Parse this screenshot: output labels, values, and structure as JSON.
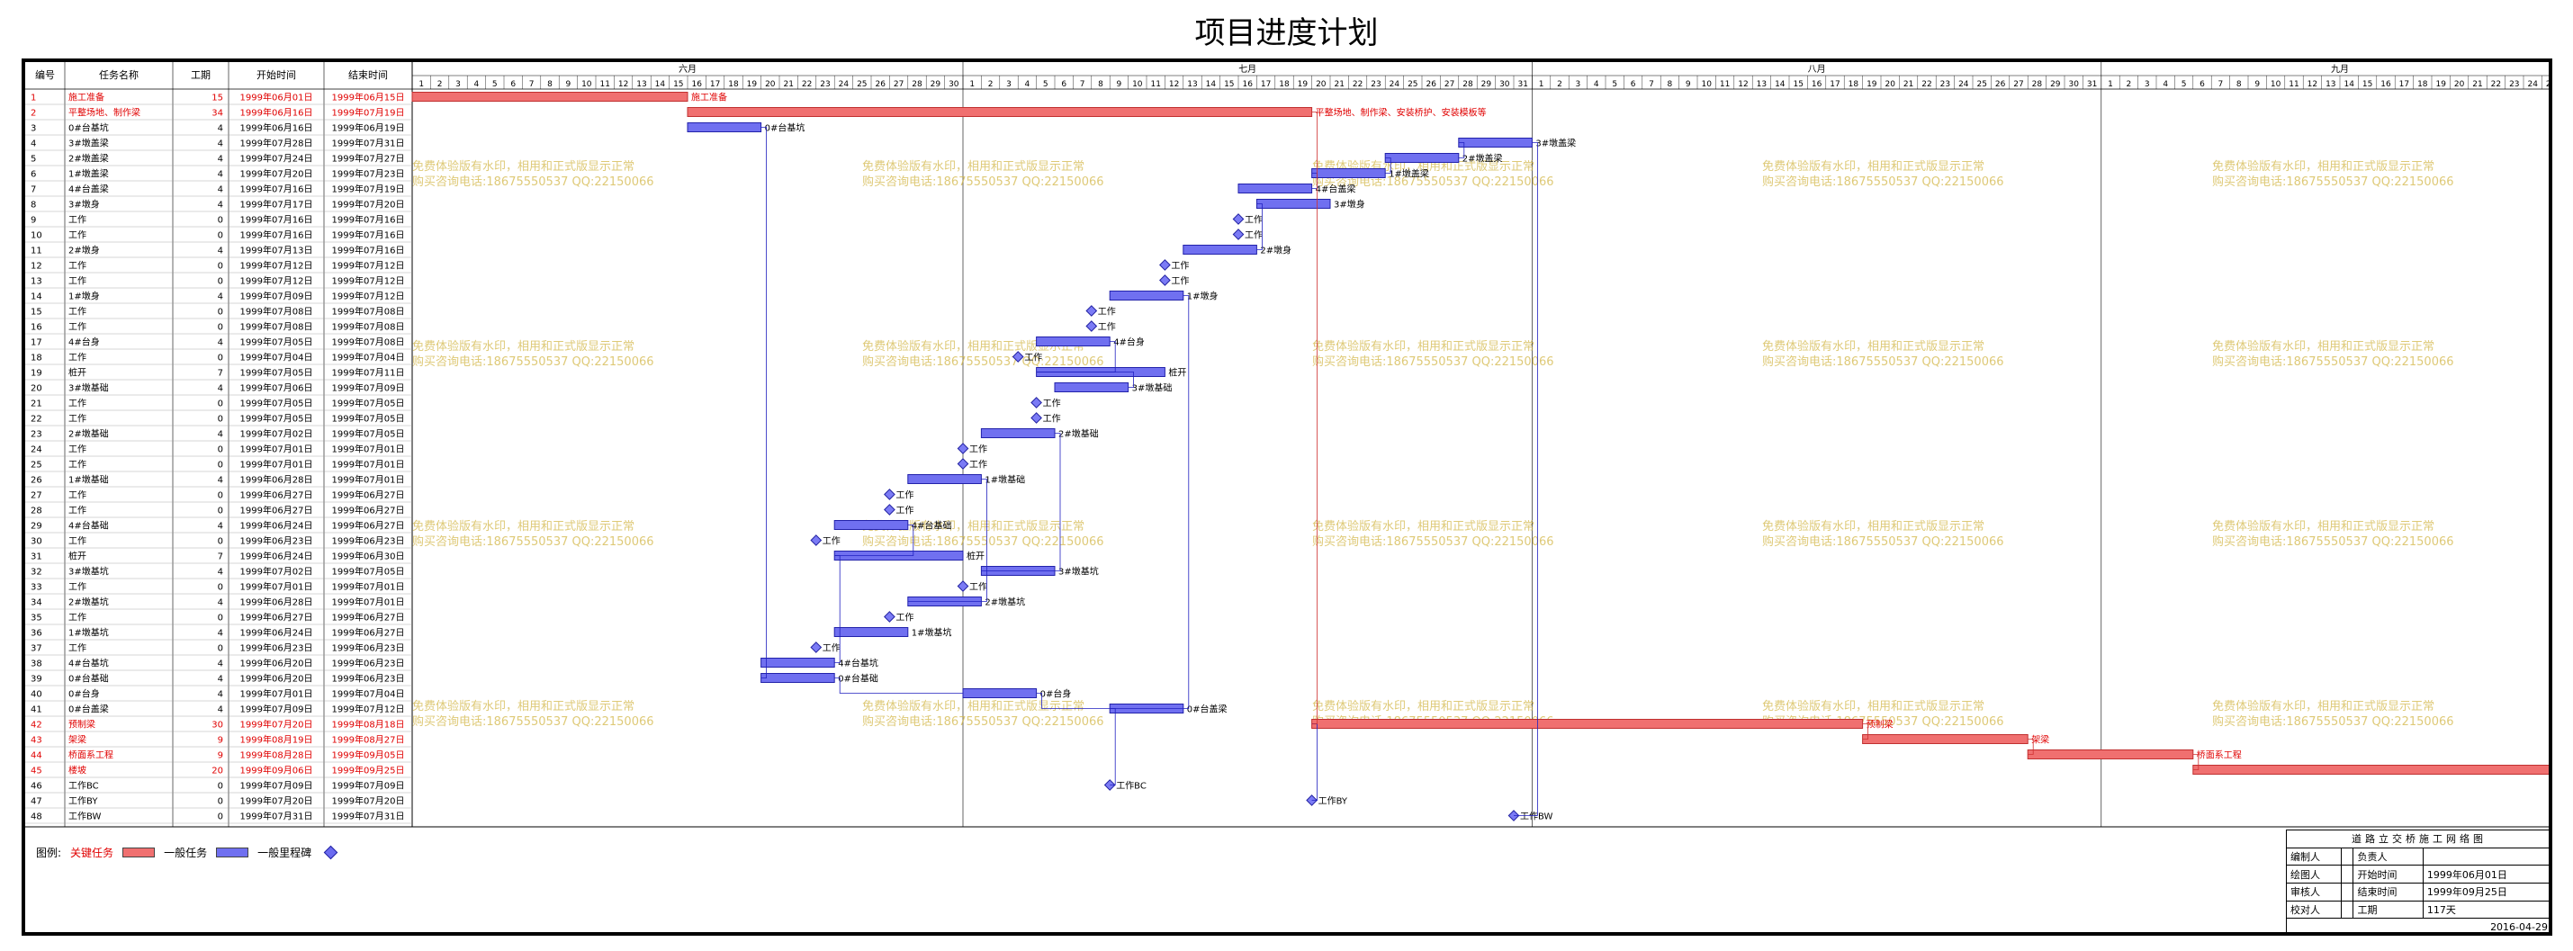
{
  "title": "项目进度计划",
  "headers": {
    "id": "编号",
    "name": "任务名称",
    "duration": "工期",
    "start": "开始时间",
    "end": "结束时间"
  },
  "months": [
    {
      "label": "六月",
      "days": 30
    },
    {
      "label": "七月",
      "days": 31
    },
    {
      "label": "八月",
      "days": 31
    },
    {
      "label": "九月",
      "days": 26
    }
  ],
  "tasks": [
    {
      "id": "1",
      "name": "施工准备",
      "dur": "15",
      "start": "1999年06月01日",
      "end": "1999年06月15日",
      "s": 0,
      "d": 15,
      "type": "crit"
    },
    {
      "id": "2",
      "name": "平整场地、制作梁",
      "dur": "34",
      "start": "1999年06月16日",
      "end": "1999年07月19日",
      "s": 15,
      "d": 34,
      "type": "crit"
    },
    {
      "id": "3",
      "name": "0#台基坑",
      "dur": "4",
      "start": "1999年06月16日",
      "end": "1999年06月19日",
      "s": 15,
      "d": 4,
      "type": "norm"
    },
    {
      "id": "4",
      "name": "3#墩盖梁",
      "dur": "4",
      "start": "1999年07月28日",
      "end": "1999年07月31日",
      "s": 57,
      "d": 4,
      "type": "norm"
    },
    {
      "id": "5",
      "name": "2#墩盖梁",
      "dur": "4",
      "start": "1999年07月24日",
      "end": "1999年07月27日",
      "s": 53,
      "d": 4,
      "type": "norm"
    },
    {
      "id": "6",
      "name": "1#墩盖梁",
      "dur": "4",
      "start": "1999年07月20日",
      "end": "1999年07月23日",
      "s": 49,
      "d": 4,
      "type": "norm"
    },
    {
      "id": "7",
      "name": "4#台盖梁",
      "dur": "4",
      "start": "1999年07月16日",
      "end": "1999年07月19日",
      "s": 45,
      "d": 4,
      "type": "norm"
    },
    {
      "id": "8",
      "name": "3#墩身",
      "dur": "4",
      "start": "1999年07月17日",
      "end": "1999年07月20日",
      "s": 46,
      "d": 4,
      "type": "norm"
    },
    {
      "id": "9",
      "name": "工作",
      "dur": "0",
      "start": "1999年07月16日",
      "end": "1999年07月16日",
      "s": 45,
      "d": 0,
      "type": "ms"
    },
    {
      "id": "10",
      "name": "工作",
      "dur": "0",
      "start": "1999年07月16日",
      "end": "1999年07月16日",
      "s": 45,
      "d": 0,
      "type": "ms"
    },
    {
      "id": "11",
      "name": "2#墩身",
      "dur": "4",
      "start": "1999年07月13日",
      "end": "1999年07月16日",
      "s": 42,
      "d": 4,
      "type": "norm"
    },
    {
      "id": "12",
      "name": "工作",
      "dur": "0",
      "start": "1999年07月12日",
      "end": "1999年07月12日",
      "s": 41,
      "d": 0,
      "type": "ms"
    },
    {
      "id": "13",
      "name": "工作",
      "dur": "0",
      "start": "1999年07月12日",
      "end": "1999年07月12日",
      "s": 41,
      "d": 0,
      "type": "ms"
    },
    {
      "id": "14",
      "name": "1#墩身",
      "dur": "4",
      "start": "1999年07月09日",
      "end": "1999年07月12日",
      "s": 38,
      "d": 4,
      "type": "norm"
    },
    {
      "id": "15",
      "name": "工作",
      "dur": "0",
      "start": "1999年07月08日",
      "end": "1999年07月08日",
      "s": 37,
      "d": 0,
      "type": "ms"
    },
    {
      "id": "16",
      "name": "工作",
      "dur": "0",
      "start": "1999年07月08日",
      "end": "1999年07月08日",
      "s": 37,
      "d": 0,
      "type": "ms"
    },
    {
      "id": "17",
      "name": "4#台身",
      "dur": "4",
      "start": "1999年07月05日",
      "end": "1999年07月08日",
      "s": 34,
      "d": 4,
      "type": "norm"
    },
    {
      "id": "18",
      "name": "工作",
      "dur": "0",
      "start": "1999年07月04日",
      "end": "1999年07月04日",
      "s": 33,
      "d": 0,
      "type": "ms"
    },
    {
      "id": "19",
      "name": "桩开",
      "dur": "7",
      "start": "1999年07月05日",
      "end": "1999年07月11日",
      "s": 34,
      "d": 7,
      "type": "norm"
    },
    {
      "id": "20",
      "name": "3#墩基础",
      "dur": "4",
      "start": "1999年07月06日",
      "end": "1999年07月09日",
      "s": 35,
      "d": 4,
      "type": "norm"
    },
    {
      "id": "21",
      "name": "工作",
      "dur": "0",
      "start": "1999年07月05日",
      "end": "1999年07月05日",
      "s": 34,
      "d": 0,
      "type": "ms"
    },
    {
      "id": "22",
      "name": "工作",
      "dur": "0",
      "start": "1999年07月05日",
      "end": "1999年07月05日",
      "s": 34,
      "d": 0,
      "type": "ms"
    },
    {
      "id": "23",
      "name": "2#墩基础",
      "dur": "4",
      "start": "1999年07月02日",
      "end": "1999年07月05日",
      "s": 31,
      "d": 4,
      "type": "norm"
    },
    {
      "id": "24",
      "name": "工作",
      "dur": "0",
      "start": "1999年07月01日",
      "end": "1999年07月01日",
      "s": 30,
      "d": 0,
      "type": "ms"
    },
    {
      "id": "25",
      "name": "工作",
      "dur": "0",
      "start": "1999年07月01日",
      "end": "1999年07月01日",
      "s": 30,
      "d": 0,
      "type": "ms"
    },
    {
      "id": "26",
      "name": "1#墩基础",
      "dur": "4",
      "start": "1999年06月28日",
      "end": "1999年07月01日",
      "s": 27,
      "d": 4,
      "type": "norm"
    },
    {
      "id": "27",
      "name": "工作",
      "dur": "0",
      "start": "1999年06月27日",
      "end": "1999年06月27日",
      "s": 26,
      "d": 0,
      "type": "ms"
    },
    {
      "id": "28",
      "name": "工作",
      "dur": "0",
      "start": "1999年06月27日",
      "end": "1999年06月27日",
      "s": 26,
      "d": 0,
      "type": "ms"
    },
    {
      "id": "29",
      "name": "4#台基础",
      "dur": "4",
      "start": "1999年06月24日",
      "end": "1999年06月27日",
      "s": 23,
      "d": 4,
      "type": "norm"
    },
    {
      "id": "30",
      "name": "工作",
      "dur": "0",
      "start": "1999年06月23日",
      "end": "1999年06月23日",
      "s": 22,
      "d": 0,
      "type": "ms"
    },
    {
      "id": "31",
      "name": "桩开",
      "dur": "7",
      "start": "1999年06月24日",
      "end": "1999年06月30日",
      "s": 23,
      "d": 7,
      "type": "norm"
    },
    {
      "id": "32",
      "name": "3#墩基坑",
      "dur": "4",
      "start": "1999年07月02日",
      "end": "1999年07月05日",
      "s": 31,
      "d": 4,
      "type": "norm"
    },
    {
      "id": "33",
      "name": "工作",
      "dur": "0",
      "start": "1999年07月01日",
      "end": "1999年07月01日",
      "s": 30,
      "d": 0,
      "type": "ms"
    },
    {
      "id": "34",
      "name": "2#墩基坑",
      "dur": "4",
      "start": "1999年06月28日",
      "end": "1999年07月01日",
      "s": 27,
      "d": 4,
      "type": "norm"
    },
    {
      "id": "35",
      "name": "工作",
      "dur": "0",
      "start": "1999年06月27日",
      "end": "1999年06月27日",
      "s": 26,
      "d": 0,
      "type": "ms"
    },
    {
      "id": "36",
      "name": "1#墩基坑",
      "dur": "4",
      "start": "1999年06月24日",
      "end": "1999年06月27日",
      "s": 23,
      "d": 4,
      "type": "norm"
    },
    {
      "id": "37",
      "name": "工作",
      "dur": "0",
      "start": "1999年06月23日",
      "end": "1999年06月23日",
      "s": 22,
      "d": 0,
      "type": "ms"
    },
    {
      "id": "38",
      "name": "4#台基坑",
      "dur": "4",
      "start": "1999年06月20日",
      "end": "1999年06月23日",
      "s": 19,
      "d": 4,
      "type": "norm"
    },
    {
      "id": "39",
      "name": "0#台基础",
      "dur": "4",
      "start": "1999年06月20日",
      "end": "1999年06月23日",
      "s": 19,
      "d": 4,
      "type": "norm"
    },
    {
      "id": "40",
      "name": "0#台身",
      "dur": "4",
      "start": "1999年07月01日",
      "end": "1999年07月04日",
      "s": 30,
      "d": 4,
      "type": "norm"
    },
    {
      "id": "41",
      "name": "0#台盖梁",
      "dur": "4",
      "start": "1999年07月09日",
      "end": "1999年07月12日",
      "s": 38,
      "d": 4,
      "type": "norm"
    },
    {
      "id": "42",
      "name": "预制梁",
      "dur": "30",
      "start": "1999年07月20日",
      "end": "1999年08月18日",
      "s": 49,
      "d": 30,
      "type": "crit"
    },
    {
      "id": "43",
      "name": "架梁",
      "dur": "9",
      "start": "1999年08月19日",
      "end": "1999年08月27日",
      "s": 79,
      "d": 9,
      "type": "crit"
    },
    {
      "id": "44",
      "name": "桥面系工程",
      "dur": "9",
      "start": "1999年08月28日",
      "end": "1999年09月05日",
      "s": 88,
      "d": 9,
      "type": "crit"
    },
    {
      "id": "45",
      "name": "楼坡",
      "dur": "20",
      "start": "1999年09月06日",
      "end": "1999年09月25日",
      "s": 97,
      "d": 20,
      "type": "crit"
    },
    {
      "id": "46",
      "name": "工作BC",
      "dur": "0",
      "start": "1999年07月09日",
      "end": "1999年07月09日",
      "s": 38,
      "d": 0,
      "type": "ms"
    },
    {
      "id": "47",
      "name": "工作BY",
      "dur": "0",
      "start": "1999年07月20日",
      "end": "1999年07月20日",
      "s": 49,
      "d": 0,
      "type": "ms"
    },
    {
      "id": "48",
      "name": "工作BW",
      "dur": "0",
      "start": "1999年07月31日",
      "end": "1999年07月31日",
      "s": 60,
      "d": 0,
      "type": "ms"
    }
  ],
  "bar_labels": {
    "2": "平整场地、制作梁、安装桥护、安装模板等"
  },
  "watermark": {
    "line1": "免费体验版有水印，相用和正式版显示正常",
    "line2": "购买咨询电话:18675550537 QQ:22150066"
  },
  "legend": {
    "label": "图例:",
    "critical": "关键任务",
    "normal": "一般任务",
    "milestone": "一般里程碑"
  },
  "signoff": {
    "title": "道路立交桥施工网络图",
    "rows": [
      [
        "编制人",
        "",
        "负责人",
        ""
      ],
      [
        "绘图人",
        "",
        "开始时间",
        "1999年06月01日"
      ],
      [
        "审核人",
        "",
        "结束时间",
        "1999年09月25日"
      ],
      [
        "校对人",
        "",
        "工期",
        "117天"
      ]
    ],
    "date": "2016-04-29"
  },
  "colors": {
    "critical": "#f07070",
    "critical_text": "#e00000",
    "normal": "#7070f0",
    "normal_border": "#2222aa",
    "link": "#2020c0",
    "watermark": "#d4b84a"
  }
}
